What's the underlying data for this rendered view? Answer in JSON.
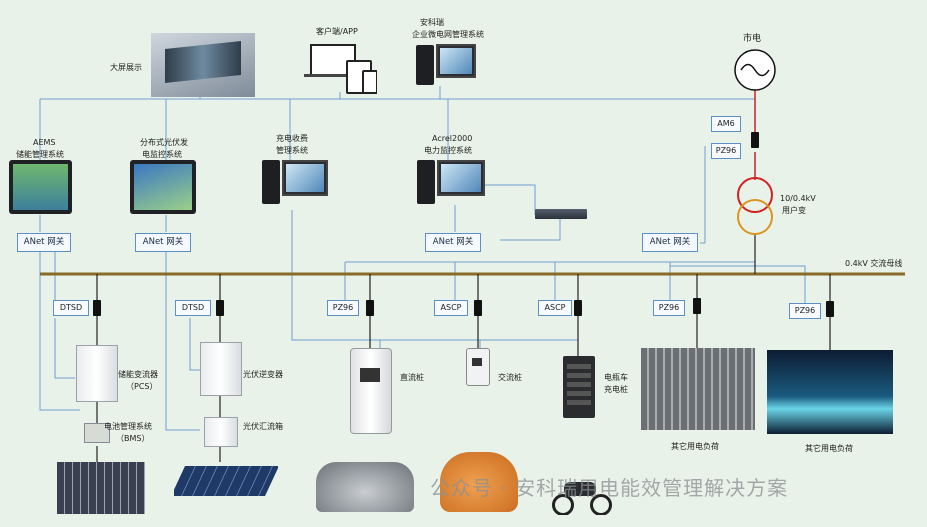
{
  "top": {
    "big_screen": "大屏展示",
    "client_app": "客户端/APP",
    "ems_line1": "安科瑞",
    "ems_line2": "企业微电网管理系统"
  },
  "grid": {
    "label": "市电",
    "transformer_line1": "10/0.4kV",
    "transformer_line2": "用户变",
    "meter_am6": "AM6",
    "meter_pz96": "PZ96",
    "bus_label": "0.4kV 交流母线"
  },
  "systems": {
    "aems_line1": "AEMS",
    "aems_line2": "储能管理系统",
    "pv_line1": "分布式光伏发",
    "pv_line2": "电监控系统",
    "charge_line1": "充电收费",
    "charge_line2": "管理系统",
    "power_line1": "Acrel2000",
    "power_line2": "电力监控系统"
  },
  "gateways": [
    "ANet 网关",
    "ANet 网关",
    "ANet 网关",
    "ANet 网关"
  ],
  "meters": [
    "DTSD",
    "DTSD",
    "PZ96",
    "ASCP",
    "ASCP",
    "PZ96",
    "PZ96"
  ],
  "equipment": {
    "pcs_line1": "储能变流器",
    "pcs_line2": "（PCS）",
    "bms_line1": "电池管理系统",
    "bms_line2": "（BMS）",
    "pv_inverter": "光伏逆变器",
    "pv_combiner": "光伏汇流箱",
    "dc_pile": "直流桩",
    "ac_pile": "交流桩",
    "ebike_line1": "电瓶车",
    "ebike_line2": "充电桩",
    "load1": "其它用电负荷",
    "load2": "其它用电负荷"
  },
  "watermark": "公众号 · 安科瑞用电能效管理解决方案",
  "colors": {
    "background": "#e9f2e8",
    "bus": "#8a6a2a",
    "comm_line": "#6f9fcf",
    "power_line": "#222222",
    "grid_line": "#d21f1f",
    "transformer_top": "#d21f1f",
    "transformer_bottom": "#d9951f"
  }
}
